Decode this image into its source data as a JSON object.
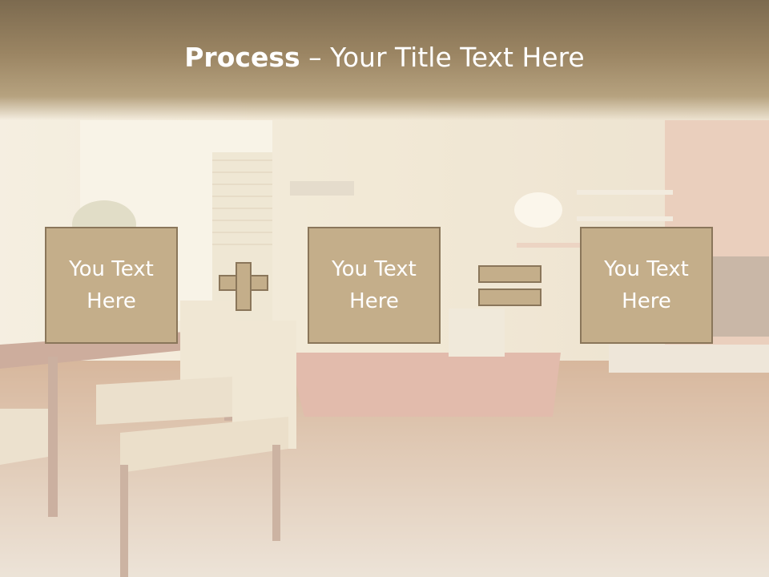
{
  "title": {
    "bold": "Process",
    "separator": " – ",
    "rest": "Your Title Text Here"
  },
  "boxes": [
    {
      "text": "You Text Here"
    },
    {
      "text": "You Text Here"
    },
    {
      "text": "You Text Here"
    }
  ],
  "operators": [
    "plus",
    "equals"
  ],
  "colors": {
    "box_fill": "#c4ae8a",
    "box_border": "#8a765a",
    "title_bar": "#8c7758",
    "text": "#ffffff"
  }
}
